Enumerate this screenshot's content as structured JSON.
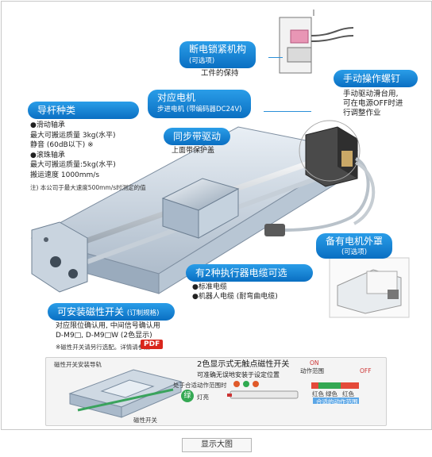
{
  "callouts": {
    "brake": {
      "title": "断电锁紧机构",
      "sub": "(可选项)",
      "body": "工件的保持"
    },
    "manual": {
      "title": "手动操作螺钉",
      "body": [
        "手动驱动滑台用,",
        "可在电源OFF时进",
        "行调整作业"
      ]
    },
    "motor": {
      "title": "对应电机",
      "sub": "步进电机 (带编码器DC24V)"
    },
    "belt": {
      "title": "同步带驱动",
      "body": "上面带保护盖"
    },
    "guide": {
      "title": "导杆种类",
      "lines": [
        "●滑动轴承",
        "最大可搬运质量 3kg(水平)",
        "静音 (60dB以下) ※",
        "●滚珠轴承",
        "最大可搬运质量:5kg(水平)",
        "搬运速度 1000mm/s"
      ],
      "note": "注) 本公司于最大速度500mm/s时测定的值"
    },
    "cover": {
      "title": "备有电机外罩",
      "sub": "(可选项)"
    },
    "cable": {
      "title": "有2种执行器电缆可选",
      "lines": [
        "●标准电缆",
        "●机器人电缆 (耐弯曲电缆)"
      ]
    },
    "switch": {
      "title": "可安装磁性开关",
      "sub": "(订制规格)",
      "lines": [
        "对应限位确认用, 中间信号确认用",
        "D-M9□, D-M9□W (2色显示)"
      ],
      "note": "※磁性开关请另行选配。详情请参照",
      "pdf": "PDF"
    }
  },
  "lower": {
    "rail_label": "磁性开关安装导轨",
    "switch_label": "磁性开关",
    "title": "2色显示式无触点磁性开关",
    "subtitle": "可准确无误地安装于设定位置",
    "hint": "处于合适动作范围时",
    "green_badge": "绿",
    "lamp_text": "灯亮",
    "range_label": "动作范围",
    "on": "ON",
    "off": "OFF",
    "red1": "红色",
    "green": "绿色",
    "red2": "红色",
    "suitable": "合适的动作范围"
  },
  "footer_button": "显示大图"
}
